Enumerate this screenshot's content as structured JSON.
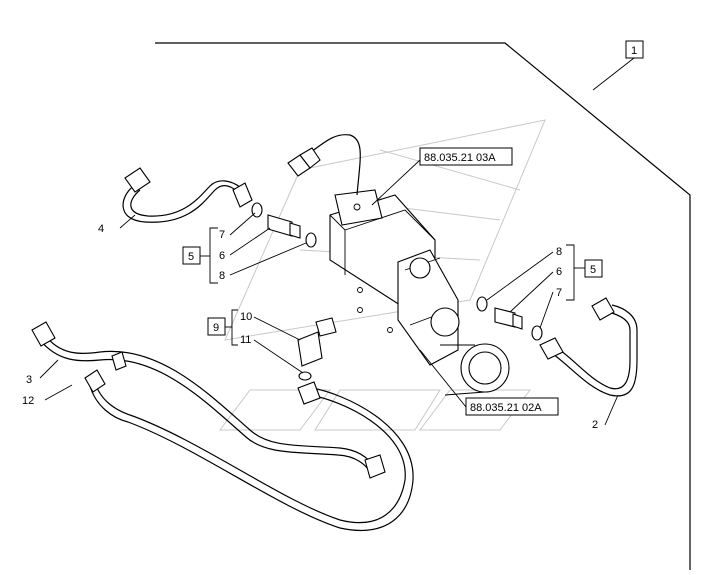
{
  "diagram": {
    "references": {
      "top": "88.035.21 03A",
      "bottom": "88.035.21 02A"
    },
    "callouts": {
      "assembly": "1",
      "pipe_right": "2",
      "pipe_lower_a": "3",
      "pipe_top": "4",
      "group_left": "5",
      "group_right": "5",
      "fitting_left_6": "6",
      "fitting_right_6": "6",
      "seal_left_7": "7",
      "seal_right_7": "7",
      "ring_left_8": "8",
      "ring_right_8": "8",
      "group_elbow": "9",
      "elbow": "10",
      "elbow_seal": "11",
      "pipe_lower_b": "12"
    }
  }
}
